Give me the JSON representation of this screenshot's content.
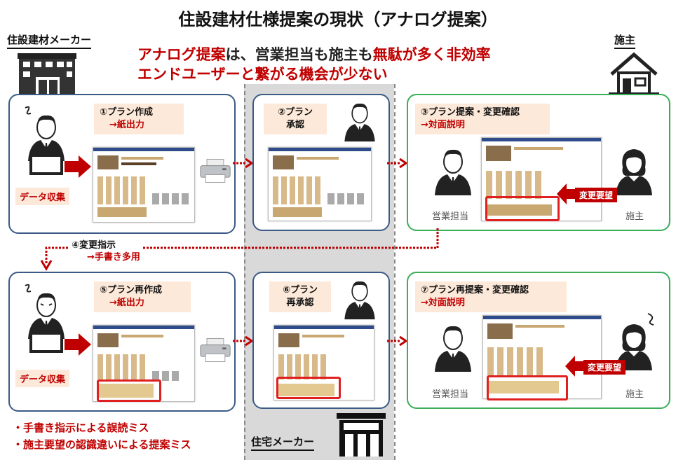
{
  "title": "住設建材仕様提案の現状（アナログ提案）",
  "labels": {
    "maker": "住設建材メーカー",
    "owner": "施主",
    "house_maker": "住宅メーカー"
  },
  "headline": {
    "line1_a": "アナログ提案",
    "line1_b": "は、営業担当も施主も",
    "line1_c": "無駄が多く非効率",
    "line2": "エンドユーザーと繋がる機会が少ない"
  },
  "steps": {
    "s1": {
      "title": "①プラン作成",
      "sub": "→紙出力"
    },
    "s2": {
      "title": "②プラン",
      "sub": "承認"
    },
    "s3": {
      "title": "③プラン提案・変更確認",
      "sub": "→対面説明"
    },
    "s4": {
      "title": "④変更指示",
      "sub": "→手書き多用"
    },
    "s5": {
      "title": "⑤プラン再作成",
      "sub": "→紙出力"
    },
    "s6": {
      "title": "⑥プラン",
      "sub": "再承認"
    },
    "s7": {
      "title": "⑦プラン再提案・変更確認",
      "sub": "→対面説明"
    }
  },
  "tags": {
    "data_collect": "データ収集"
  },
  "people": {
    "sales": "営業担当",
    "owner": "施主"
  },
  "change_request": "変更要望",
  "notes": [
    "・手書き指示による誤読ミス",
    "・施主要望の認識違いによる提案ミス"
  ],
  "colors": {
    "accent_red": "#c00000",
    "panel_blue": "#3b5b86",
    "panel_green": "#3cae5a",
    "peach": "#fde9d9"
  }
}
